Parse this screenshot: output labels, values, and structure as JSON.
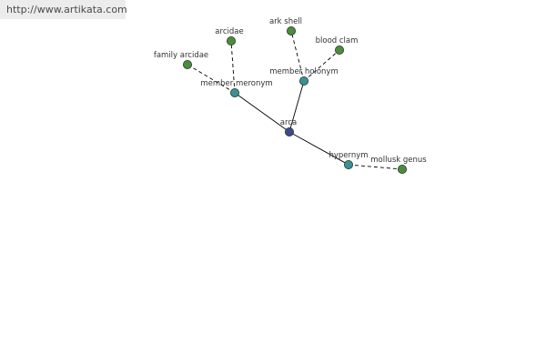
{
  "watermark": {
    "url": "http://www.artikata.com"
  },
  "colors": {
    "center_node": "#3c4a8c",
    "relation_node": "#3d8f95",
    "leaf_node": "#4f8a3f",
    "edge": "#000000",
    "badge_background": "#ececec"
  },
  "graph": {
    "nodes": [
      {
        "id": "arca",
        "label": "arca",
        "kind": "center"
      },
      {
        "id": "member-meronym",
        "label": "member meronym",
        "kind": "relation"
      },
      {
        "id": "member-holonym",
        "label": "member holonym",
        "kind": "relation"
      },
      {
        "id": "hypernym",
        "label": "hypernym",
        "kind": "relation"
      },
      {
        "id": "family-arcidae",
        "label": "family arcidae",
        "kind": "leaf"
      },
      {
        "id": "arcidae",
        "label": "arcidae",
        "kind": "leaf"
      },
      {
        "id": "ark-shell",
        "label": "ark shell",
        "kind": "leaf"
      },
      {
        "id": "blood-clam",
        "label": "blood clam",
        "kind": "leaf"
      },
      {
        "id": "mollusk-genus",
        "label": "mollusk genus",
        "kind": "leaf"
      }
    ],
    "edges": [
      {
        "from": "arca",
        "to": "member-meronym",
        "style": "solid"
      },
      {
        "from": "arca",
        "to": "member-holonym",
        "style": "solid"
      },
      {
        "from": "arca",
        "to": "hypernym",
        "style": "solid"
      },
      {
        "from": "member-meronym",
        "to": "family-arcidae",
        "style": "dashed"
      },
      {
        "from": "member-meronym",
        "to": "arcidae",
        "style": "dashed"
      },
      {
        "from": "member-holonym",
        "to": "ark-shell",
        "style": "dashed"
      },
      {
        "from": "member-holonym",
        "to": "blood-clam",
        "style": "dashed"
      },
      {
        "from": "hypernym",
        "to": "mollusk-genus",
        "style": "dashed"
      }
    ]
  }
}
